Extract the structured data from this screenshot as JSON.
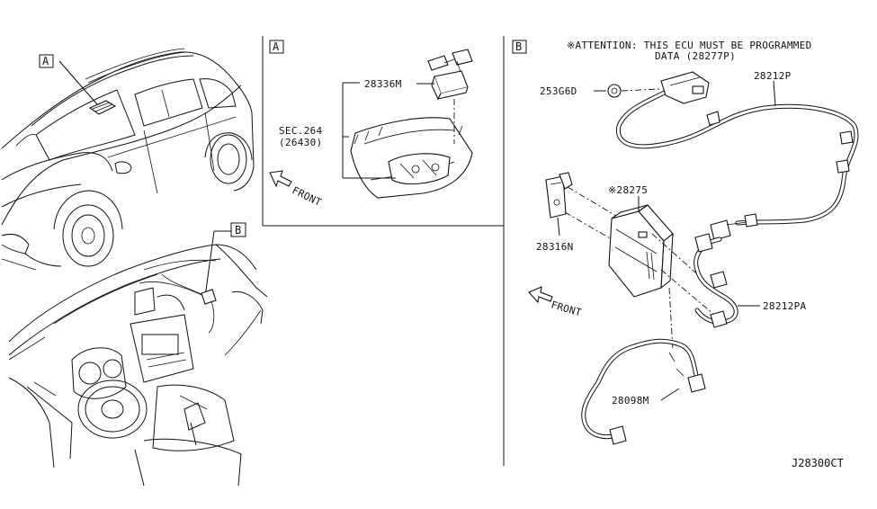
{
  "view_labels": {
    "a": "A",
    "b": "B"
  },
  "panel_a": {
    "part_overhead": "28336M",
    "section_ref_line1": "SEC.264",
    "section_ref_line2": "(26430)",
    "front_label": "FRONT"
  },
  "panel_b": {
    "attention_line1": "※ATTENTION: THIS ECU MUST BE PROGRAMMED",
    "attention_line2": "DATA (28277P)",
    "part_grommet": "253G6D",
    "part_harness_upper": "28212P",
    "part_ecu": "※28275",
    "part_bracket": "28316N",
    "part_harness_lower": "28212PA",
    "part_antenna_cable": "28098M",
    "front_label": "FRONT"
  },
  "diagram_code": "J28300CT"
}
